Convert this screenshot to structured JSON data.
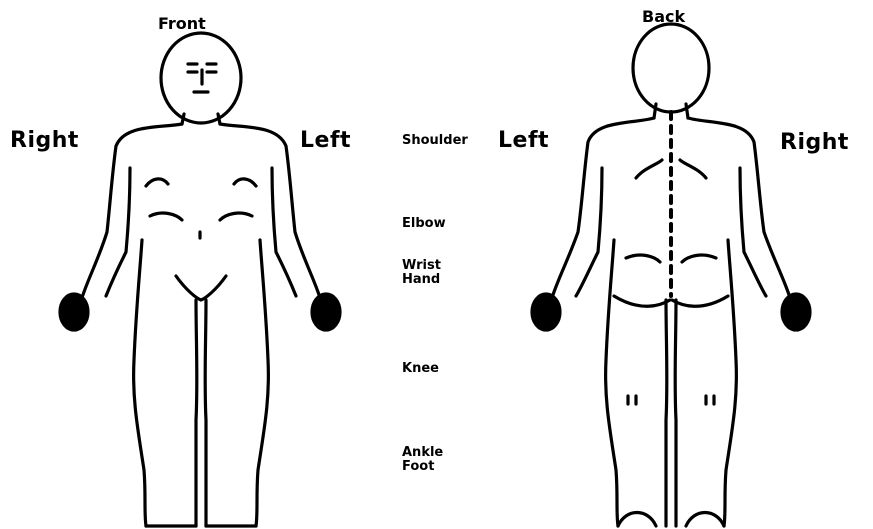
{
  "front": {
    "title": "Front",
    "right_label": "Right",
    "left_label": "Left"
  },
  "back": {
    "title": "Back",
    "left_label": "Left",
    "right_label": "Right"
  },
  "joints": {
    "shoulder": "Shoulder",
    "elbow": "Elbow",
    "wrist": "Wrist",
    "hand": "Hand",
    "knee": "Knee",
    "ankle": "Ankle",
    "foot": "Foot"
  }
}
